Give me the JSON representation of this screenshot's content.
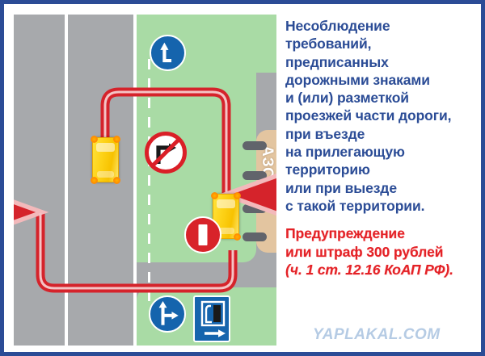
{
  "poster": {
    "border_color": "#2b4c96",
    "background": "#ffffff"
  },
  "diagram": {
    "name": "road-intersection-diagram",
    "asphalt_color": "#a7a9ac",
    "grass_color": "#a9dba5",
    "building_color": "#e3c5a0",
    "route_color": "#d5232b",
    "car_color": "#fdd217",
    "gas_station": {
      "label": "АЗС",
      "pump_count": 4
    },
    "vehicles": [
      {
        "name": "car-on-main-road",
        "label": ""
      },
      {
        "name": "car-at-gas-station",
        "label": ""
      }
    ],
    "signs": [
      {
        "name": "sign-turn-left-then-straight",
        "type": "mandatory-blue-round",
        "meaning": "Движение налево"
      },
      {
        "name": "sign-no-right-turn",
        "type": "prohibitory-red-round",
        "meaning": "Поворот направо запрещён"
      },
      {
        "name": "sign-no-entry",
        "type": "prohibitory-red-round",
        "meaning": "Въезд запрещён"
      },
      {
        "name": "sign-straight-or-right",
        "type": "mandatory-blue-round",
        "meaning": "Движение прямо или направо"
      },
      {
        "name": "sign-gas-station-right",
        "type": "information-blue-rect",
        "meaning": "АЗС направо"
      }
    ]
  },
  "text": {
    "violation_lines": [
      "Несоблюдение",
      "требований,",
      "предписанных",
      "дорожными знаками",
      "и (или) разметкой",
      "проезжей части дороги,",
      "при въезде",
      "на прилегающую",
      "территорию",
      "или при выезде",
      "с такой территории."
    ],
    "penalty_lines": [
      "Предупреждение",
      "или штраф 300 рублей"
    ],
    "penalty_reference": "(ч. 1 ст. 12.16 КоАП РФ).",
    "blue_color": "#2b4c96",
    "red_color": "#e32227"
  },
  "watermark": {
    "text": "YAPLAKAL.COM"
  }
}
